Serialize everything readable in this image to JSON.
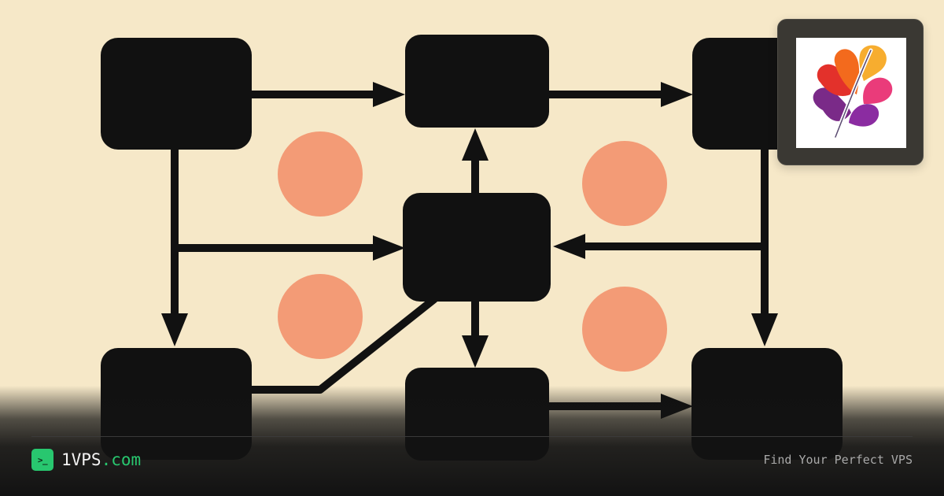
{
  "footer": {
    "brand_name": "1VPS",
    "brand_tld": ".com",
    "tagline": "Find Your Perfect VPS",
    "prompt_icon": "terminal-prompt-icon",
    "prompt_glyph": ">_"
  },
  "colors": {
    "background": "#f6e8c8",
    "node_fill": "#111111",
    "circle_fill": "#f39b76",
    "footer_bg": "#121212",
    "accent_green": "#28c76f"
  },
  "logo": {
    "icon": "oak-leaf-logo-icon"
  }
}
